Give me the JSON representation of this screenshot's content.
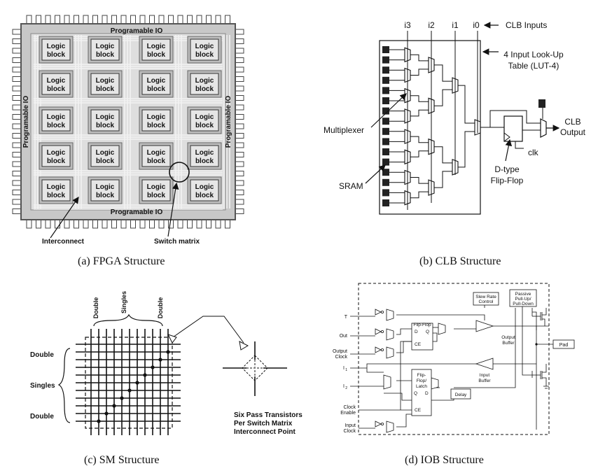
{
  "panel_a": {
    "caption": "(a) FPGA Structure",
    "io_top": "Programable IO",
    "io_bottom": "Programable IO",
    "io_left": "Programable IO",
    "io_right": "Programable IO",
    "block_line1": "Logic",
    "block_line2": "block",
    "interconnect": "Interconnect",
    "switch_matrix": "Switch matrix"
  },
  "panel_b": {
    "caption": "(b) CLB Structure",
    "inputs": [
      "i3",
      "i2",
      "i1",
      "i0"
    ],
    "clb_inputs": "CLB Inputs",
    "lut_line1": "4 Input Look-Up",
    "lut_line2": "Table (LUT-4)",
    "multiplexer": "Multiplexer",
    "sram": "SRAM",
    "clk": "clk",
    "dff_line1": "D-type",
    "dff_line2": "Flip-Flop",
    "out_line1": "CLB",
    "out_line2": "Output"
  },
  "panel_c": {
    "caption": "(c) SM Structure",
    "top_labels": [
      "Double",
      "Singles",
      "Double"
    ],
    "side_labels": [
      "Double",
      "Singles",
      "Double"
    ],
    "note_line1": "Six Pass Transistors",
    "note_line2": "Per Switch Matrix",
    "note_line3": "Interconnect Point"
  },
  "panel_d": {
    "caption": "(d) IOB Structure",
    "t": "T",
    "out": "Out",
    "output_clock_1": "Output",
    "output_clock_2": "Clock",
    "i1": "I",
    "i1_sub": "1",
    "i2": "I",
    "i2_sub": "2",
    "clock_enable_1": "Clock",
    "clock_enable_2": "Enable",
    "input_clock_1": "Input",
    "input_clock_2": "Clock",
    "slew_1": "Slew Rate",
    "slew_2": "Control",
    "passive_1": "Passive",
    "passive_2": "Pull-Up/",
    "passive_3": "Pull-Down",
    "flipflop": "Flip-Flop",
    "d": "D",
    "q": "Q",
    "ce": "CE",
    "ff_latch_1": "Flip-",
    "ff_latch_2": "Flop/",
    "ff_latch_3": "Latch",
    "q2": "Q",
    "d2": "D",
    "ce2": "CE",
    "delay": "Delay",
    "output_buffer_1": "Output",
    "output_buffer_2": "Buffer",
    "input_buffer_1": "Input",
    "input_buffer_2": "Buffer",
    "pad": "Pad"
  }
}
